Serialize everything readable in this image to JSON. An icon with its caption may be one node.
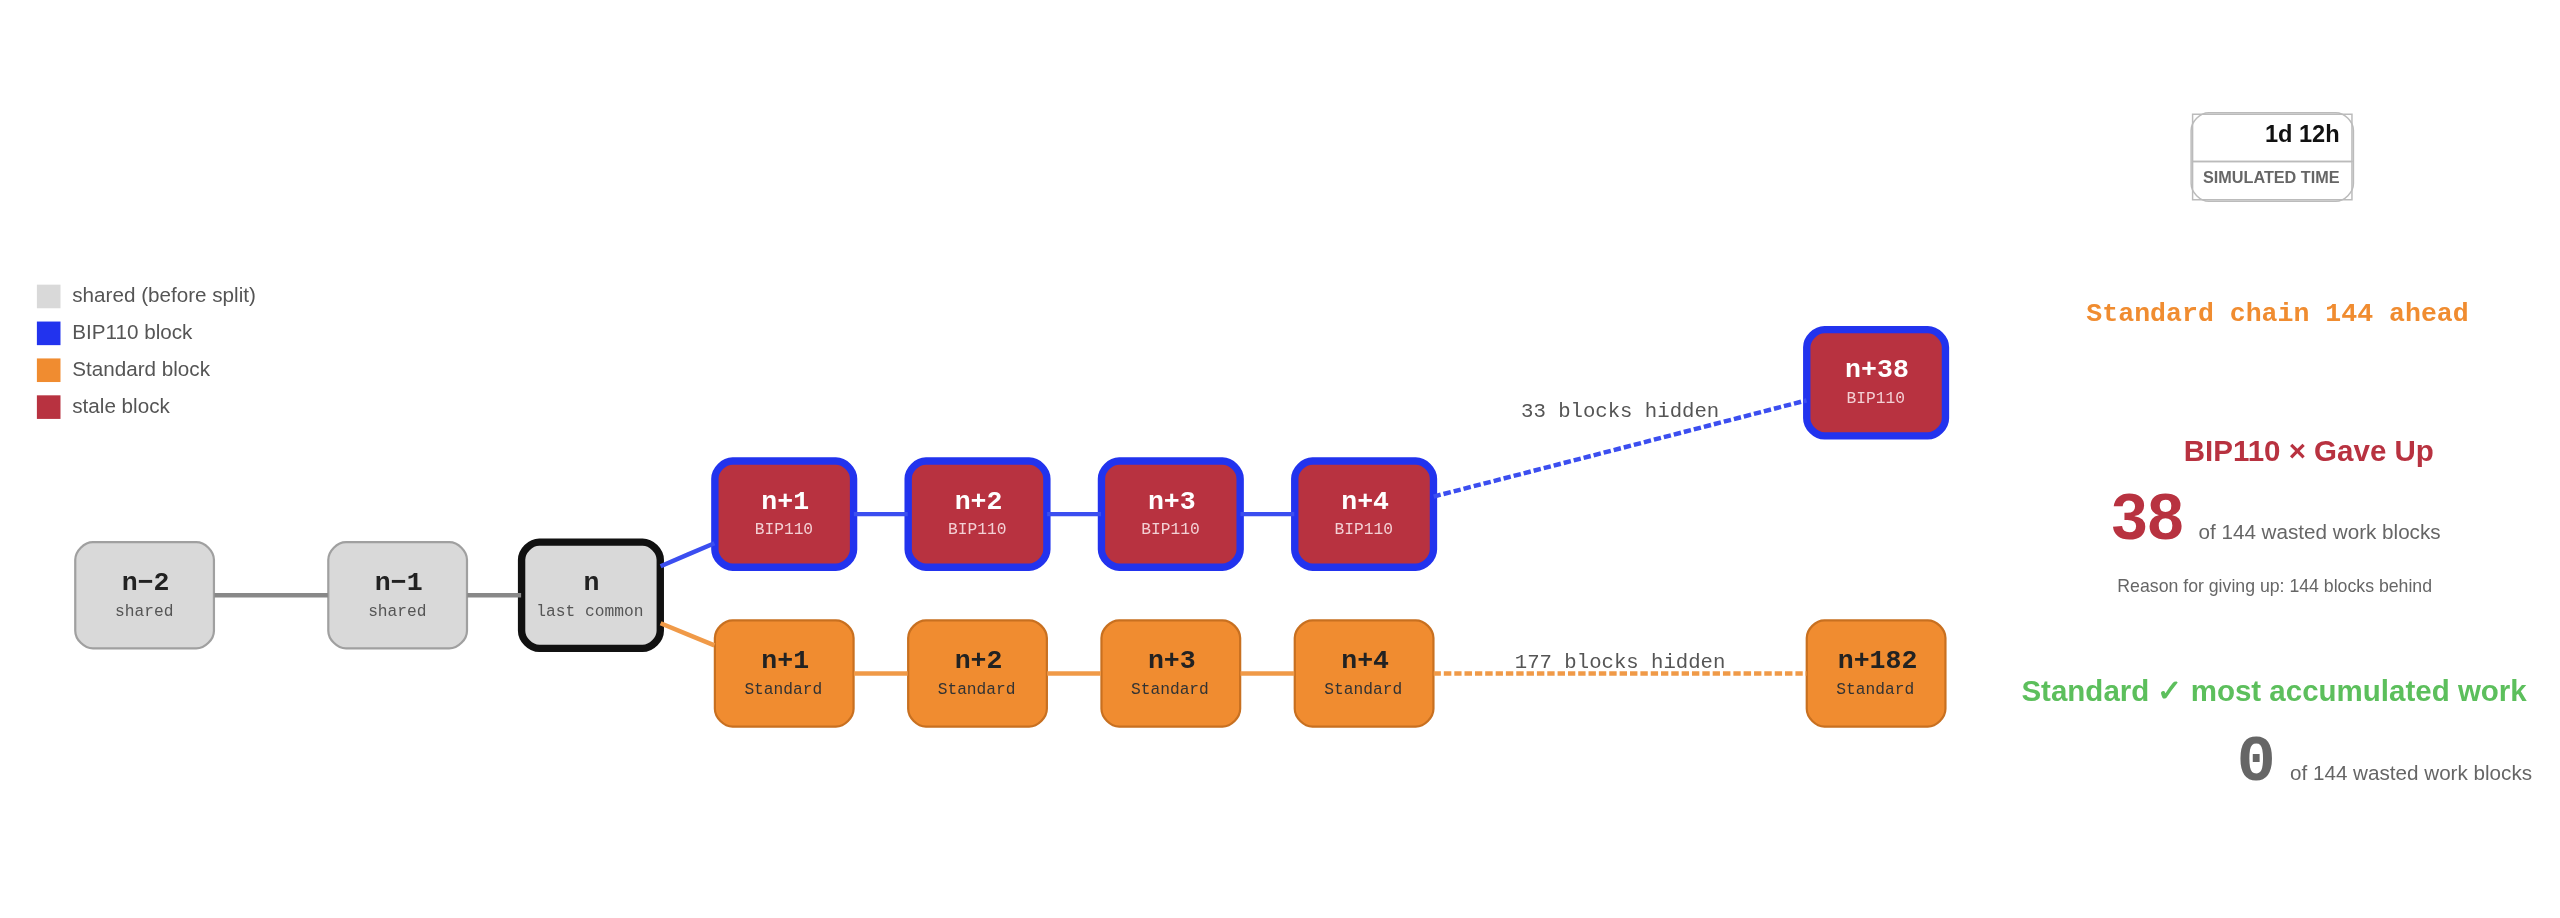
{
  "diagram": {
    "nodes": [
      {
        "text": [
          "n−2",
          "shared"
        ]
      },
      {
        "text": [
          "n−1",
          "shared"
        ]
      },
      {
        "text": [
          "n",
          "last common"
        ]
      },
      {
        "text": [
          "n+1",
          "BIP110"
        ]
      },
      {
        "text": [
          "n+2",
          "BIP110"
        ]
      },
      {
        "text": [
          "n+3",
          "BIP110"
        ]
      },
      {
        "text": [
          "n+4",
          "BIP110"
        ]
      },
      {
        "text": [
          "n+38",
          "BIP110"
        ]
      },
      {
        "text": [
          "n+1",
          "Standard"
        ]
      },
      {
        "text": [
          "n+2",
          "Standard"
        ]
      },
      {
        "text": [
          "n+3",
          "Standard"
        ]
      },
      {
        "text": [
          "n+4",
          "Standard"
        ]
      },
      {
        "text": [
          "n+182",
          "Standard"
        ]
      }
    ],
    "edges": [
      {
        "from": 0,
        "to": 1,
        "arrow": "none",
        "color": "#888888"
      },
      {
        "from": 1,
        "to": 2,
        "arrow": "none",
        "color": "#888888"
      },
      {
        "from": 2,
        "to": 3,
        "arrow": "none",
        "color": "#3b4ef0"
      },
      {
        "from": 3,
        "to": 4,
        "arrow": "none",
        "color": "#3b4ef0"
      },
      {
        "from": 4,
        "to": 5,
        "arrow": "none",
        "color": "#3b4ef0"
      },
      {
        "from": 5,
        "to": 6,
        "arrow": "none",
        "color": "#3b4ef0"
      },
      {
        "from": 6,
        "to": 7,
        "arrow": "none",
        "label": "33 blocks hidden",
        "style": "dashed",
        "color": "#3b4ef0"
      },
      {
        "from": 2,
        "to": 8,
        "arrow": "none",
        "color": "#f09a48"
      },
      {
        "from": 8,
        "to": 9,
        "arrow": "none",
        "color": "#f09a48"
      },
      {
        "from": 9,
        "to": 10,
        "arrow": "none",
        "color": "#f09a48"
      },
      {
        "from": 10,
        "to": 11,
        "arrow": "none",
        "color": "#f09a48"
      },
      {
        "from": 11,
        "to": 12,
        "arrow": "none",
        "label": "177 blocks hidden",
        "style": "dashed",
        "color": "#f09a48"
      }
    ],
    "labels": [
      "1d 12h",
      "SIMULATED TIME",
      "Standard chain 144 ahead",
      "BIP110 × Gave Up",
      "38",
      "of 144 wasted work blocks",
      "Reason for giving up: 144 blocks behind",
      "Standard ✓ most accumulated work",
      "0",
      "of 144 wasted work blocks"
    ],
    "legend": [
      {
        "text": "shared (before split)",
        "color": "#d9d9d9"
      },
      {
        "text": "BIP110 block",
        "color": "#2233ee"
      },
      {
        "text": "Standard block",
        "color": "#f08c30"
      },
      {
        "text": "stale block",
        "color": "#b83240"
      }
    ]
  }
}
